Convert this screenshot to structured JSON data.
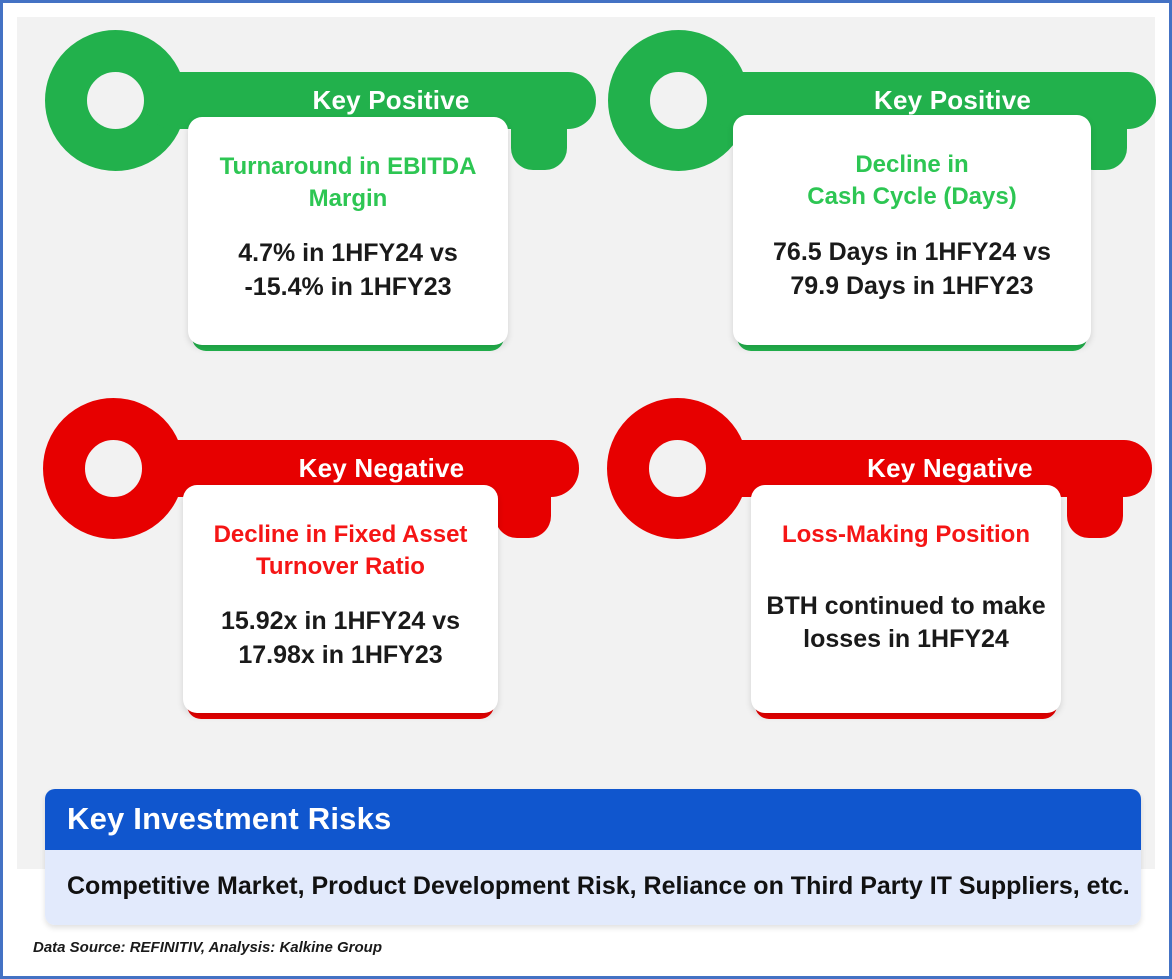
{
  "theme": {
    "green": "#22b14c",
    "green_text": "#2dc653",
    "red": "#e70000",
    "red_text": "#f51515",
    "blue": "#1056ce",
    "risk_body_bg": "#e2eafc",
    "panel_bg": "#f2f2f2",
    "border": "#4472c4"
  },
  "cards": [
    {
      "key_label": "Key Positive",
      "tone": "green",
      "title": "Turnaround in EBITDA\nMargin",
      "value": "4.7% in 1HFY24 vs\n-15.4% in 1HFY23"
    },
    {
      "key_label": "Key Positive",
      "tone": "green",
      "title": "Decline in\nCash Cycle (Days)",
      "value": "76.5 Days in 1HFY24 vs\n79.9 Days in 1HFY23"
    },
    {
      "key_label": "Key Negative",
      "tone": "red",
      "title": "Decline in Fixed Asset\nTurnover Ratio",
      "value": "15.92x in 1HFY24 vs\n17.98x in 1HFY23"
    },
    {
      "key_label": "Key Negative",
      "tone": "red",
      "title": "Loss-Making Position",
      "value": "BTH continued to make\nlosses in 1HFY24"
    }
  ],
  "risks": {
    "header": "Key Investment Risks",
    "body": "Competitive Market, Product Development Risk, Reliance on Third Party IT Suppliers, etc."
  },
  "footnote": "Data Source: REFINITIV, Analysis: Kalkine Group"
}
